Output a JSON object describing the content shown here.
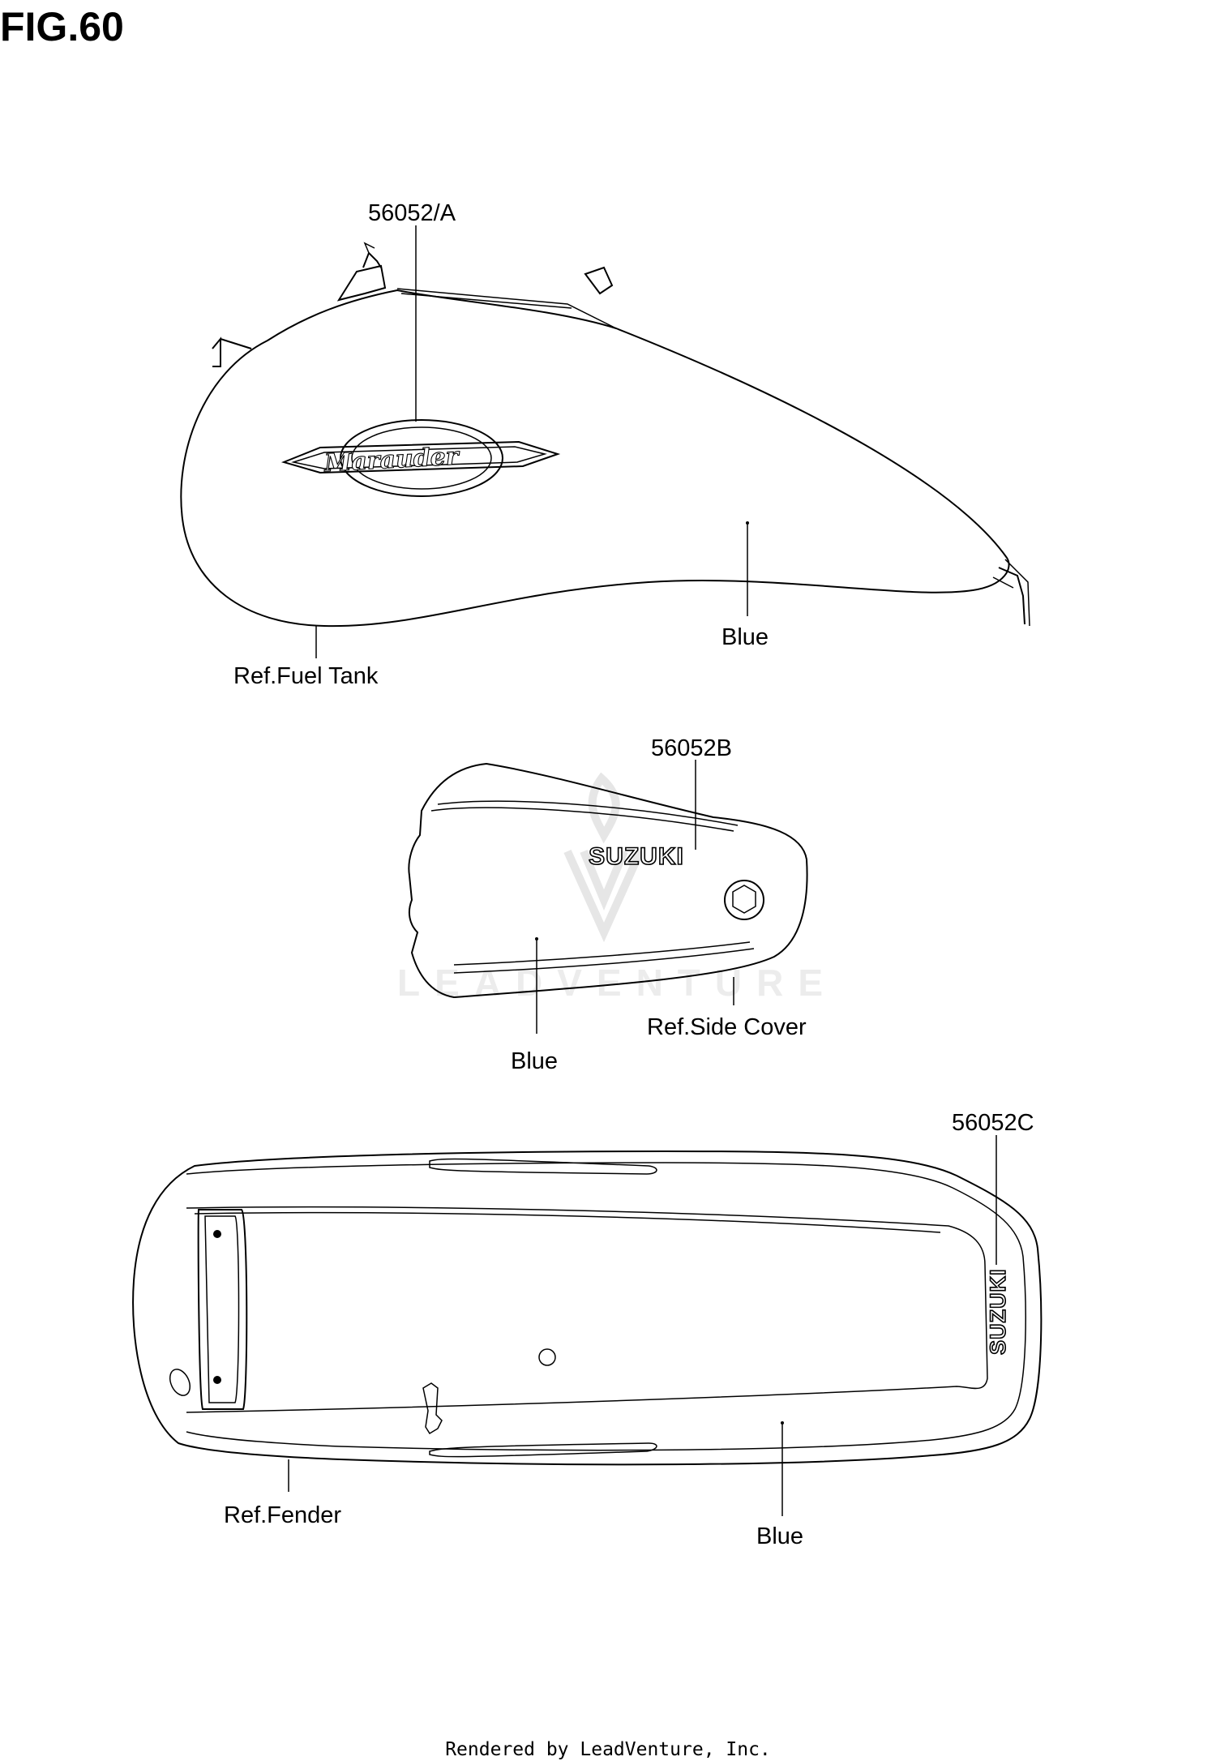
{
  "figure": {
    "title": "FIG.60"
  },
  "callouts": {
    "part_a": "56052/A",
    "part_b": "56052B",
    "part_c": "56052C",
    "ref_fuel_tank": "Ref.Fuel Tank",
    "ref_side_cover": "Ref.Side Cover",
    "ref_fender": "Ref.Fender",
    "blue_tank": "Blue",
    "blue_side_cover": "Blue",
    "blue_fender": "Blue"
  },
  "emblems": {
    "tank_script": "Marauder",
    "side_cover_brand": "SUZUKI",
    "fender_brand": "SUZUKI"
  },
  "footer": {
    "rendered_by": "Rendered by LeadVenture, Inc."
  }
}
